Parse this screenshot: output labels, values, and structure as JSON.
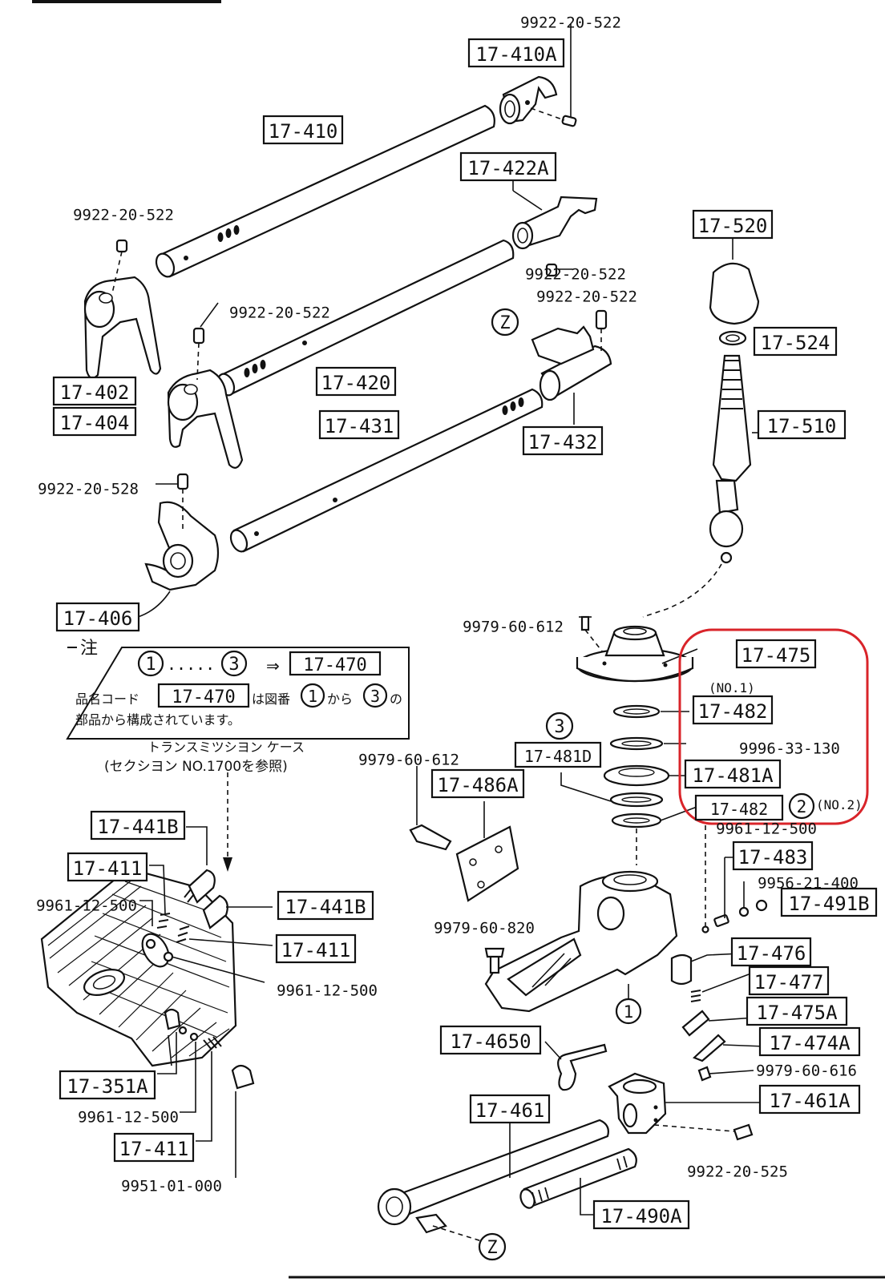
{
  "parts": [
    {
      "id": "p1",
      "text": "9922-20-522"
    },
    {
      "id": "p2",
      "text": "17-410A"
    },
    {
      "id": "p3",
      "text": "17-410"
    },
    {
      "id": "p4",
      "text": "17-422A"
    },
    {
      "id": "p5",
      "text": "9922-20-522"
    },
    {
      "id": "p6",
      "text": "17-520"
    },
    {
      "id": "p7",
      "text": "9922-20-522"
    },
    {
      "id": "p8",
      "text": "9922-20-522"
    },
    {
      "id": "p9",
      "text": "9922-20-522"
    },
    {
      "id": "p10",
      "text": "17-524"
    },
    {
      "id": "p11",
      "text": "17-402"
    },
    {
      "id": "p12",
      "text": "17-404"
    },
    {
      "id": "p13",
      "text": "17-420"
    },
    {
      "id": "p14",
      "text": "17-431"
    },
    {
      "id": "p15",
      "text": "17-432"
    },
    {
      "id": "p16",
      "text": "17-510"
    },
    {
      "id": "p17",
      "text": "9922-20-528"
    },
    {
      "id": "p18",
      "text": "17-406"
    },
    {
      "id": "p19",
      "text": "9979-60-612"
    },
    {
      "id": "p20",
      "text": "17-475"
    },
    {
      "id": "p21",
      "text": "17-482"
    },
    {
      "id": "p22",
      "text": "9996-33-130"
    },
    {
      "id": "p23",
      "text": "17-481D"
    },
    {
      "id": "p24",
      "text": "17-481A"
    },
    {
      "id": "p25",
      "text": "9979-60-612"
    },
    {
      "id": "p26",
      "text": "17-486A"
    },
    {
      "id": "p27",
      "text": "17-482"
    },
    {
      "id": "p28",
      "text": "9961-12-500"
    },
    {
      "id": "p29",
      "text": "17-483"
    },
    {
      "id": "p30",
      "text": "9956-21-400"
    },
    {
      "id": "p31",
      "text": "17-491B"
    },
    {
      "id": "p32",
      "text": "17-441B"
    },
    {
      "id": "p33",
      "text": "17-411"
    },
    {
      "id": "p34",
      "text": "9961-12-500"
    },
    {
      "id": "p35",
      "text": "17-441B"
    },
    {
      "id": "p36",
      "text": "17-411"
    },
    {
      "id": "p37",
      "text": "9961-12-500"
    },
    {
      "id": "p38",
      "text": "9979-60-820"
    },
    {
      "id": "p39",
      "text": "17-476"
    },
    {
      "id": "p40",
      "text": "17-477"
    },
    {
      "id": "p41",
      "text": "17-475A"
    },
    {
      "id": "p42",
      "text": "17-4650"
    },
    {
      "id": "p43",
      "text": "17-474A"
    },
    {
      "id": "p44",
      "text": "9979-60-616"
    },
    {
      "id": "p45",
      "text": "17-351A"
    },
    {
      "id": "p46",
      "text": "9961-12-500"
    },
    {
      "id": "p47",
      "text": "17-461"
    },
    {
      "id": "p48",
      "text": "17-461A"
    },
    {
      "id": "p49",
      "text": "17-411"
    },
    {
      "id": "p50",
      "text": "9922-20-525"
    },
    {
      "id": "p51",
      "text": "9951-01-000"
    },
    {
      "id": "p52",
      "text": "17-490A"
    }
  ],
  "markers": {
    "z_top": "Z",
    "z_bottom": "Z",
    "one": "1",
    "three": "3",
    "two": "2",
    "no1": "(NO.1)",
    "no2": "(NO.2)"
  },
  "note": {
    "title": "注",
    "n1": "1",
    "dots": ".....",
    "n3": "3",
    "arrow": "⇒",
    "ref": "17-470",
    "line2_pre": "品名コード",
    "line2_ref": "17-470",
    "line2_mid": "は図番",
    "line2_a": "1",
    "line2_kara": "から",
    "line2_b": "3",
    "line2_no": "の",
    "line3": "部品から構成されています。"
  },
  "case_note": {
    "line1": "トランスミツシヨン ケース",
    "line2": "(セクシヨン NO.1700を参照)"
  },
  "colors": {
    "highlight": "#d9242a",
    "ink": "#111111"
  }
}
